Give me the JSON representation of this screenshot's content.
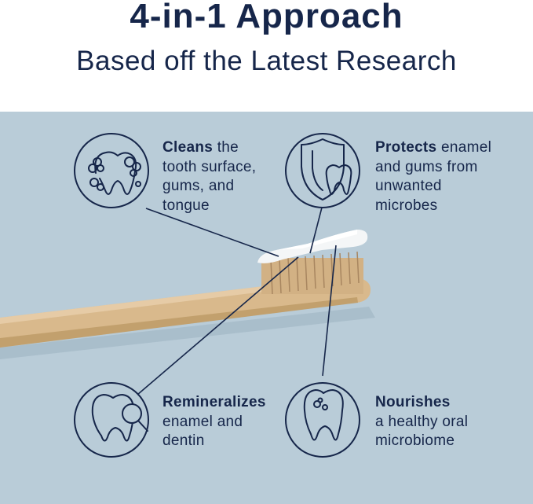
{
  "header": {
    "title": "4-in-1 Approach",
    "subtitle": "Based off the Latest Research"
  },
  "features": {
    "cleans": {
      "icon": "dirty-tooth-icon",
      "heading": "Cleans",
      "line1_rest": " the",
      "line2": "tooth surface,",
      "line3": "gums, and",
      "line4": "tongue"
    },
    "protects": {
      "icon": "shield-tooth-icon",
      "heading": "Protects",
      "line1_rest": " enamel",
      "line2": "and gums from",
      "line3": "unwanted",
      "line4": "microbes"
    },
    "remineralizes": {
      "icon": "tooth-magnifier-icon",
      "heading": "Remineralizes",
      "line2": "enamel and",
      "line3": "dentin"
    },
    "nourishes": {
      "icon": "tooth-bubbles-icon",
      "heading": "Nourishes",
      "line2": "a healthy oral",
      "line3": "microbiome"
    }
  },
  "colors": {
    "navy": "#16264a",
    "background_blue": "#b9ccd8",
    "bamboo": "#d9b98c",
    "paste": "#f4f6f7"
  }
}
